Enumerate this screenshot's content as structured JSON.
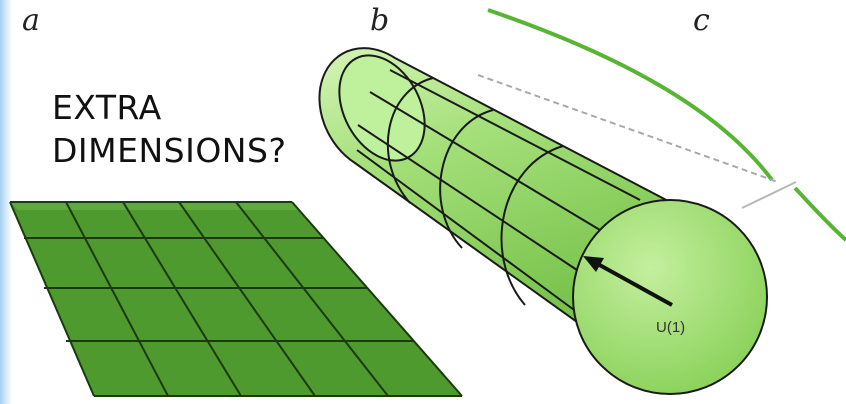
{
  "panels": {
    "a": "a",
    "b": "b",
    "c": "c"
  },
  "caption": {
    "line1": "EXTRA",
    "line2": "DIMENSIONS?"
  },
  "cylinder": {
    "label": "U(1)"
  },
  "colors": {
    "sheet": "#4f9a2e",
    "sheet_grid": "#1b3a0f",
    "cylinder_fill": "#8fd35f",
    "cylinder_light": "#c9f0a6",
    "curve": "#58b534",
    "dashed": "#a9a9a9",
    "edge_glow": "#5aaae6"
  }
}
